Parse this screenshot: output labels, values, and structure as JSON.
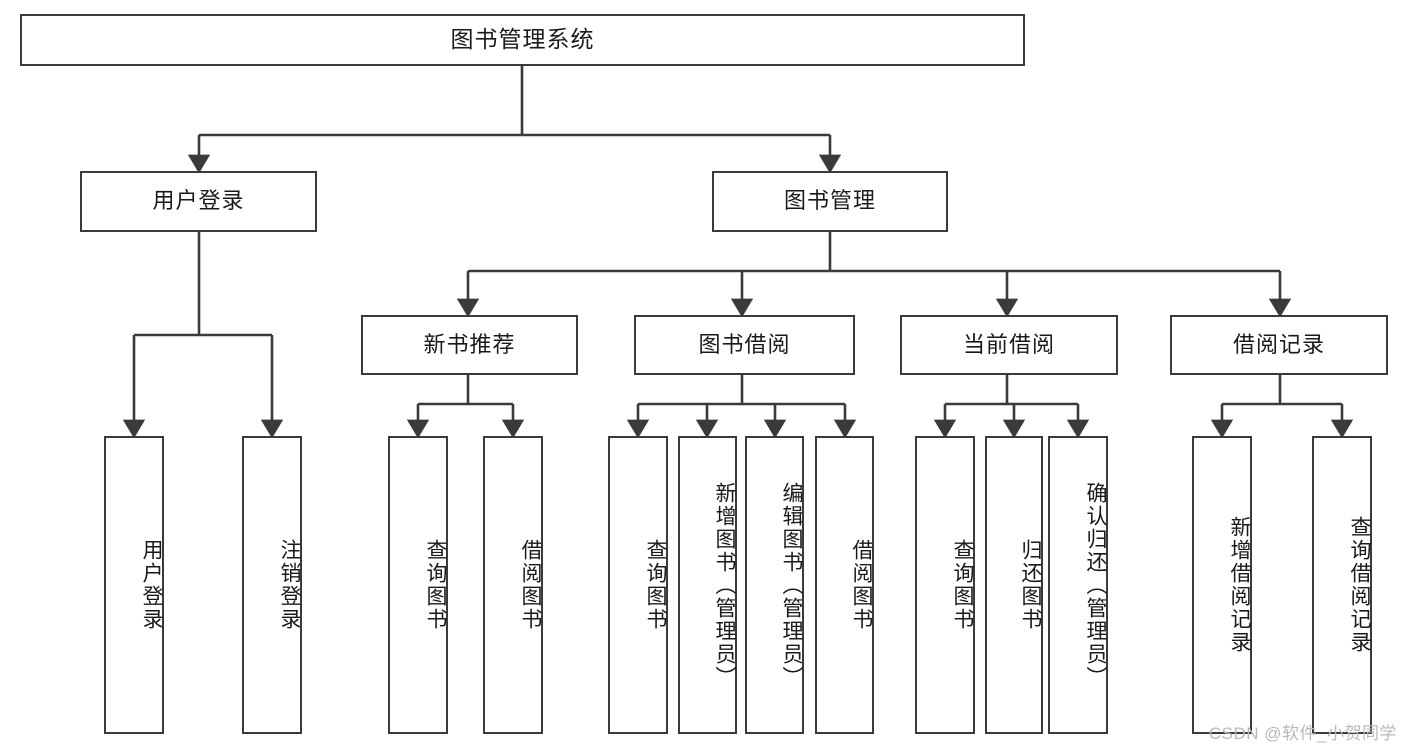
{
  "diagram": {
    "title": "图书管理系统",
    "type": "tree-hierarchy",
    "watermark": "CSDN @软件_小贺同学",
    "colors": {
      "stroke": "#3a3a3a",
      "background": "#ffffff",
      "text": "#1a1a1a",
      "watermark": "#b9b9b9"
    },
    "nodes": {
      "root": {
        "label": "图书管理系统"
      },
      "level2": [
        {
          "id": "user-login",
          "label": "用户登录"
        },
        {
          "id": "book-manage",
          "label": "图书管理"
        }
      ],
      "level3": [
        {
          "id": "new-book-recommend",
          "label": "新书推荐"
        },
        {
          "id": "book-borrow",
          "label": "图书借阅"
        },
        {
          "id": "current-borrow",
          "label": "当前借阅"
        },
        {
          "id": "borrow-record",
          "label": "借阅记录"
        }
      ],
      "leaves": {
        "user-login": [
          {
            "id": "leaf-user-login",
            "label": "用户登录"
          },
          {
            "id": "leaf-logout",
            "label": "注销登录"
          }
        ],
        "new-book-recommend": [
          {
            "id": "leaf-query-book-1",
            "label": "查询图书"
          },
          {
            "id": "leaf-borrow-book-1",
            "label": "借阅图书"
          }
        ],
        "book-borrow": [
          {
            "id": "leaf-query-book-2",
            "label": "查询图书"
          },
          {
            "id": "leaf-add-book",
            "label": "新增图书（管理员）"
          },
          {
            "id": "leaf-edit-book",
            "label": "编辑图书（管理员）"
          },
          {
            "id": "leaf-borrow-book-2",
            "label": "借阅图书"
          }
        ],
        "current-borrow": [
          {
            "id": "leaf-query-book-3",
            "label": "查询图书"
          },
          {
            "id": "leaf-return-book",
            "label": "归还图书"
          },
          {
            "id": "leaf-confirm-return",
            "label": "确认归还（管理员）"
          }
        ],
        "borrow-record": [
          {
            "id": "leaf-add-record",
            "label": "新增借阅记录"
          },
          {
            "id": "leaf-query-record",
            "label": "查询借阅记录"
          }
        ]
      }
    },
    "edges": [
      {
        "from": "root",
        "to": "user-login"
      },
      {
        "from": "root",
        "to": "book-manage"
      },
      {
        "from": "book-manage",
        "to": "new-book-recommend"
      },
      {
        "from": "book-manage",
        "to": "book-borrow"
      },
      {
        "from": "book-manage",
        "to": "current-borrow"
      },
      {
        "from": "book-manage",
        "to": "borrow-record"
      },
      {
        "from": "user-login",
        "to": "leaf-user-login"
      },
      {
        "from": "user-login",
        "to": "leaf-logout"
      },
      {
        "from": "new-book-recommend",
        "to": "leaf-query-book-1"
      },
      {
        "from": "new-book-recommend",
        "to": "leaf-borrow-book-1"
      },
      {
        "from": "book-borrow",
        "to": "leaf-query-book-2"
      },
      {
        "from": "book-borrow",
        "to": "leaf-add-book"
      },
      {
        "from": "book-borrow",
        "to": "leaf-edit-book"
      },
      {
        "from": "book-borrow",
        "to": "leaf-borrow-book-2"
      },
      {
        "from": "current-borrow",
        "to": "leaf-query-book-3"
      },
      {
        "from": "current-borrow",
        "to": "leaf-return-book"
      },
      {
        "from": "current-borrow",
        "to": "leaf-confirm-return"
      },
      {
        "from": "borrow-record",
        "to": "leaf-add-record"
      },
      {
        "from": "borrow-record",
        "to": "leaf-query-record"
      }
    ]
  }
}
